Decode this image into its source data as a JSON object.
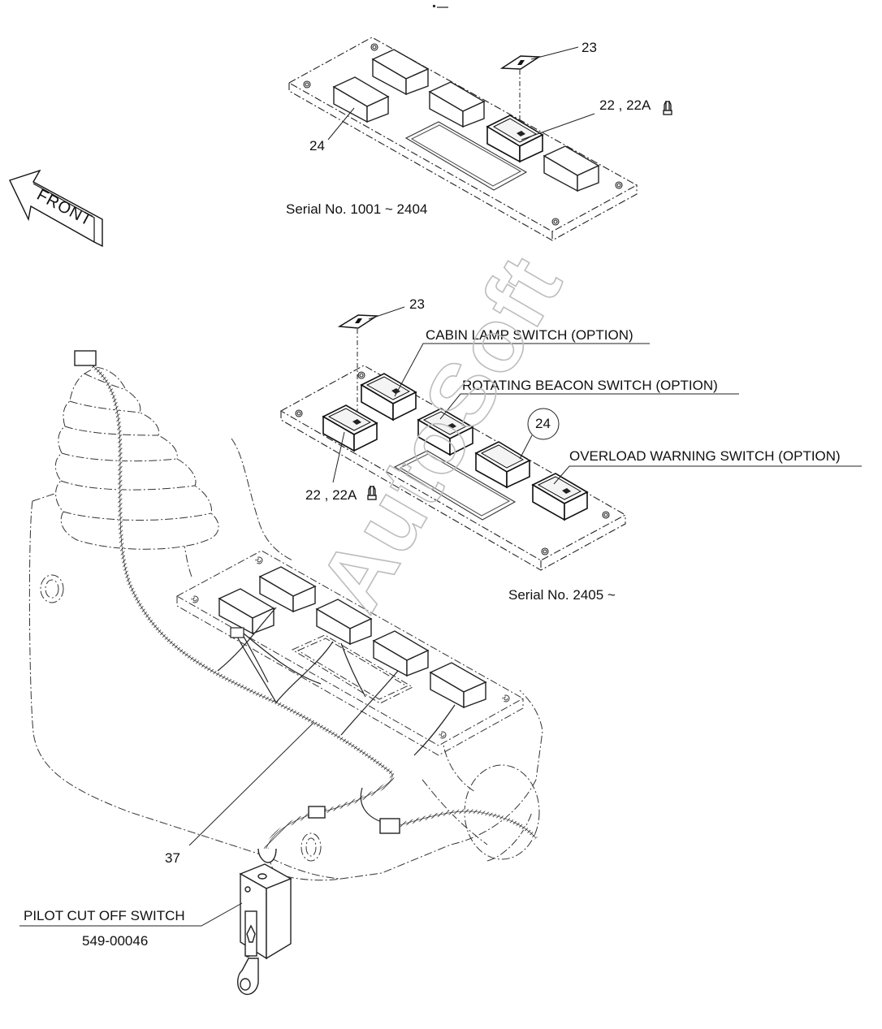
{
  "diagram": {
    "labels": {
      "top_ref_23": "23",
      "top_ref_22": "22 , 22A",
      "top_ref_24": "24",
      "serial_old": "Serial No. 1001 ~ 2404",
      "front": "FRONT",
      "bot_ref_23": "23",
      "cabin_lamp": "CABIN LAMP SWITCH (OPTION)",
      "rotating_beacon": "ROTATING BEACON SWITCH (OPTION)",
      "bot_ref_24": "24",
      "overload_warning": "OVERLOAD WARNING SWITCH (OPTION)",
      "bot_ref_22": "22 , 22A",
      "serial_new": "Serial No. 2405 ~",
      "ref_37": "37",
      "pilot_cut_off": "PILOT CUT OFF SWITCH",
      "part_number": "549-00046"
    },
    "watermark": "AutoSoft"
  }
}
